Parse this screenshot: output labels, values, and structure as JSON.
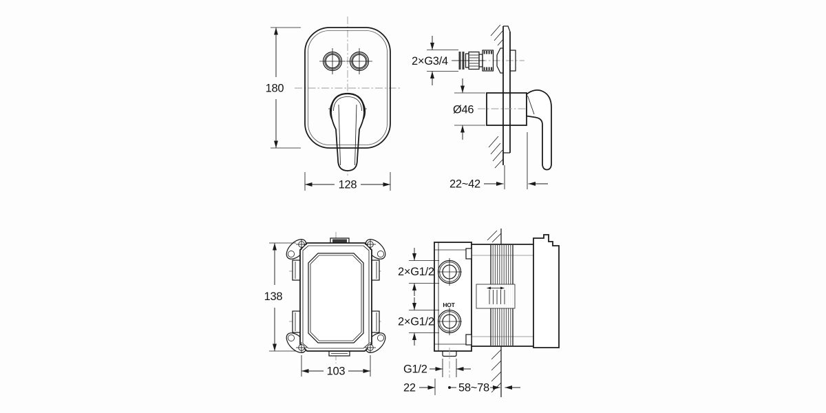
{
  "colors": {
    "background": "#fdfdfd",
    "line": "#1b1b1b",
    "centerline": "#9a9a9a",
    "dark_fill": "#3a3a3a"
  },
  "views": {
    "trim_front": {
      "dim_height": "180",
      "dim_width": "128"
    },
    "trim_side": {
      "dim_thread": "2×G3/4",
      "dim_diameter": "Ø46",
      "dim_wall_depth": "22~42"
    },
    "box_front": {
      "dim_height": "138",
      "dim_width": "103"
    },
    "box_side": {
      "dim_inlet_top": "2×G1/2",
      "dim_inlet_bottom": "2×G1/2",
      "dim_outlet": "G1/2",
      "dim_center_offset": "22",
      "dim_install_depth": "58~78",
      "hot_label": "HOT"
    }
  }
}
